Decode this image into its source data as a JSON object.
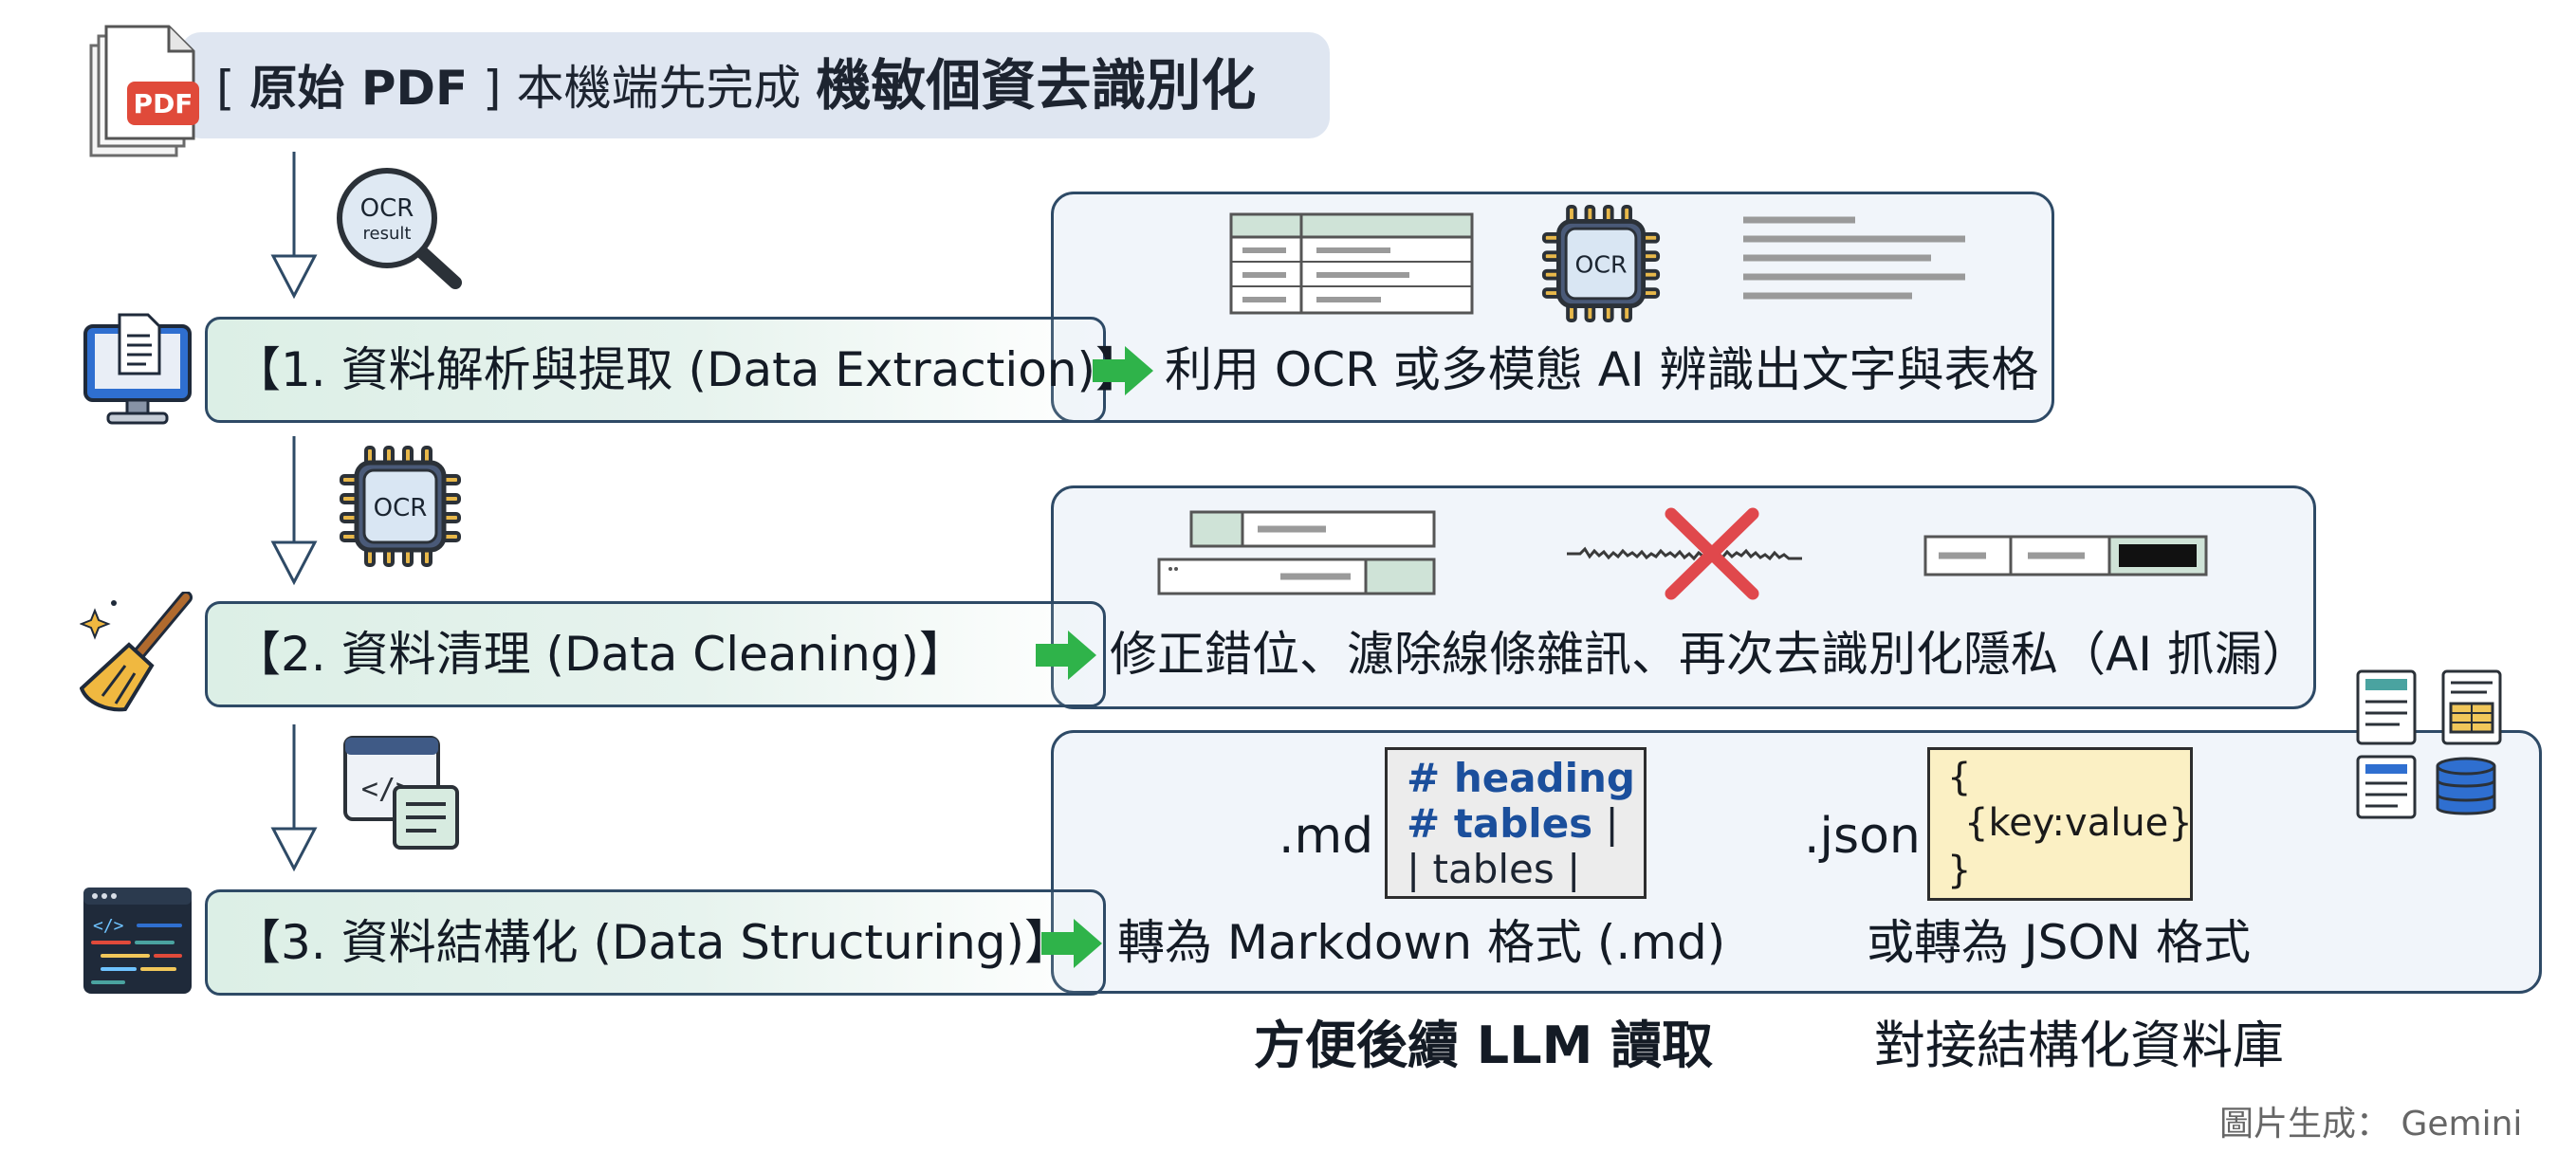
{
  "header": {
    "bracket_open": "[",
    "pdf_label": "原始 PDF",
    "bracket_close": "]",
    "lead_text": "本機端先完成",
    "emphasis_text": "機敏個資去識別化",
    "pdf_badge": "PDF"
  },
  "connector_icons": {
    "ocr_magnifier_line1": "OCR",
    "ocr_magnifier_line2": "result",
    "ocr_chip_label": "OCR",
    "code_window_label": "</>"
  },
  "steps": [
    {
      "label": "【1. 資料解析與提取 (Data Extraction)】",
      "description": "利用 OCR 或多模態 AI 辨識出文字與表格",
      "panel_chip_label": "OCR"
    },
    {
      "label": "【2. 資料清理 (Data Cleaning)】",
      "description": "修正錯位、濾除線條雜訊、再次去識別化隱私（AI 抓漏）"
    },
    {
      "label": "【3. 資料結構化 (Data Structuring)】",
      "description_md": "轉為 Markdown 格式 (.md)",
      "description_json": "或轉為 JSON 格式",
      "md_ext": ".md",
      "json_ext": ".json",
      "md_lines": [
        "# heading",
        "# tables",
        "| tables |"
      ],
      "md_line2_suffix": "|",
      "json_lines": [
        "{",
        "{key:value}",
        "}"
      ],
      "subtitle_md": "方便後續 LLM 讀取",
      "subtitle_json": "對接結構化資料庫"
    }
  ],
  "credit": {
    "label": "圖片生成：",
    "source": "Gemini"
  },
  "colors": {
    "arrow_green": "#2fb34a",
    "panel_border": "#2e4a66",
    "panel_fill": "#f1f5fa",
    "bar_fill": "#dcefe6",
    "title_fill": "#dfe6f1",
    "md_heading": "#1b4f9c",
    "json_fill": "#fbf0c4",
    "pdf_red": "#e04a3a",
    "error_red": "#e0484c"
  }
}
